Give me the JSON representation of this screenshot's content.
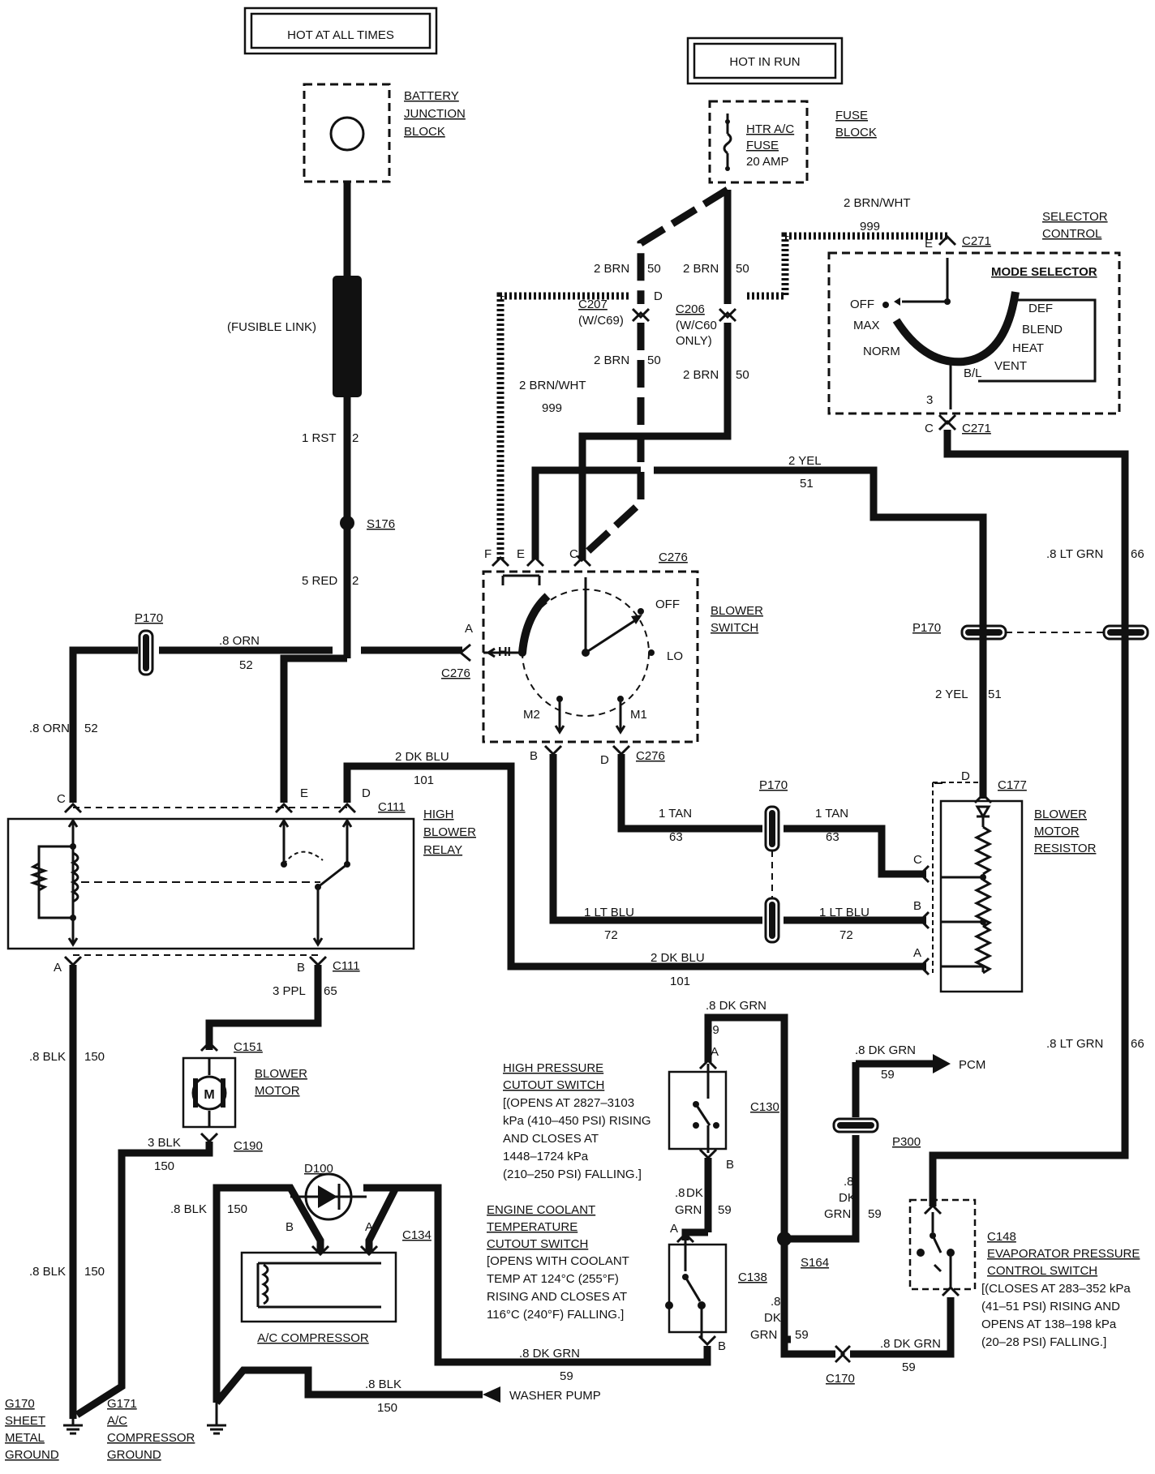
{
  "labels": {
    "hot_at_all_times": "HOT AT ALL TIMES",
    "hot_in_run": "HOT IN RUN",
    "battery_junction_block_1": "BATTERY",
    "battery_junction_block_2": "JUNCTION",
    "battery_junction_block_3": "BLOCK",
    "fuse_block_1": "FUSE",
    "fuse_block_2": "BLOCK",
    "htr_fuse_1": "HTR A/C",
    "htr_fuse_2": "FUSE",
    "htr_fuse_3": "20 AMP",
    "fusible_link": "(FUSIBLE LINK)",
    "selector_control_1": "SELECTOR",
    "selector_control_2": "CONTROL",
    "mode_selector": "MODE SELECTOR",
    "mode_off": "OFF",
    "mode_max": "MAX",
    "mode_norm": "NORM",
    "mode_def": "DEF",
    "mode_blend": "BLEND",
    "mode_heat": "HEAT",
    "mode_vent": "VENT",
    "mode_bl": "B/L",
    "blower_switch_1": "BLOWER",
    "blower_switch_2": "SWITCH",
    "sw_off": "OFF",
    "sw_hi": "HI",
    "sw_lo": "LO",
    "sw_m1": "M1",
    "sw_m2": "M2",
    "high_blower_relay_1": "HIGH",
    "high_blower_relay_2": "BLOWER",
    "high_blower_relay_3": "RELAY",
    "blower_motor_resistor_1": "BLOWER",
    "blower_motor_resistor_2": "MOTOR",
    "blower_motor_resistor_3": "RESISTOR",
    "blower_motor_1": "BLOWER",
    "blower_motor_2": "MOTOR",
    "motor_symbol": "M",
    "ac_compressor": "A/C COMPRESSOR",
    "washer_pump": "WASHER PUMP",
    "pcm": "PCM",
    "hpcs_1": "HIGH PRESSURE",
    "hpcs_2": "CUTOUT SWITCH",
    "hpcs_3": "[(OPENS AT 2827–3103",
    "hpcs_4": "kPa (410–450 PSI) RISING",
    "hpcs_5": "AND CLOSES AT",
    "hpcs_6": "1448–1724 kPa",
    "hpcs_7": "(210–250 PSI) FALLING.]",
    "ect_1": "ENGINE COOLANT",
    "ect_2": "TEMPERATURE",
    "ect_3": "CUTOUT SWITCH",
    "ect_4": "[OPENS WITH COOLANT",
    "ect_5": "TEMP AT 124°C (255°F)",
    "ect_6": "RISING AND CLOSES AT",
    "ect_7": "116°C (240°F) FALLING.]",
    "epcs_1": "EVAPORATOR PRESSURE",
    "epcs_2": "CONTROL SWITCH",
    "epcs_3": "[(CLOSES AT 283–352 kPa",
    "epcs_4": "(41–51 PSI) RISING AND",
    "epcs_5": "OPENS AT 138–198 kPa",
    "epcs_6": "(20–28 PSI) FALLING.]",
    "g170_1": "G170",
    "g170_2": "SHEET",
    "g170_3": "METAL",
    "g170_4": "GROUND",
    "g171_1": "G171",
    "g171_2": "A/C",
    "g171_3": "COMPRESSOR",
    "g171_4": "GROUND"
  },
  "connectors": {
    "c271": "C271",
    "c207_1": "C207",
    "c207_2": "(W/C69)",
    "c206_1": "C206",
    "c206_2": "(W/C60",
    "c206_3": "ONLY)",
    "c276": "C276",
    "p170": "P170",
    "c111": "C111",
    "c177": "C177",
    "c151": "C151",
    "c190": "C190",
    "d100": "D100",
    "c134": "C134",
    "c130": "C130",
    "c138": "C138",
    "c148": "C148",
    "p300": "P300",
    "s164": "S164",
    "s176": "S176",
    "c170": "C170"
  },
  "pins": {
    "e": "E",
    "c": "C",
    "d": "D",
    "f": "F",
    "a": "A",
    "b": "B",
    "three": "3"
  },
  "wires": {
    "rst": "1 RST",
    "rst_n": "2",
    "red": "5 RED",
    "red_n": "2",
    "brn_wht": "2 BRN/WHT",
    "brn_wht_n": "999",
    "brn": "2 BRN",
    "brn_n": "50",
    "yel": "2 YEL",
    "yel_n": "51",
    "lt_grn": ".8 LT GRN",
    "lt_grn_n": "66",
    "orn": ".8 ORN",
    "orn_n": "52",
    "dk_blu": "2 DK BLU",
    "dk_blu_n": "101",
    "tan": "1 TAN",
    "tan_n": "63",
    "lt_blu": "1 LT BLU",
    "lt_blu_n": "72",
    "ppl": "3 PPL",
    "ppl_n": "65",
    "blk8": ".8 BLK",
    "blk_n": "150",
    "blk3": "3 BLK",
    "dk_grn": ".8 DK GRN",
    "dk_grn_n": "59",
    "dk": "DK",
    "grn": "GRN",
    "dot8": ".8"
  }
}
